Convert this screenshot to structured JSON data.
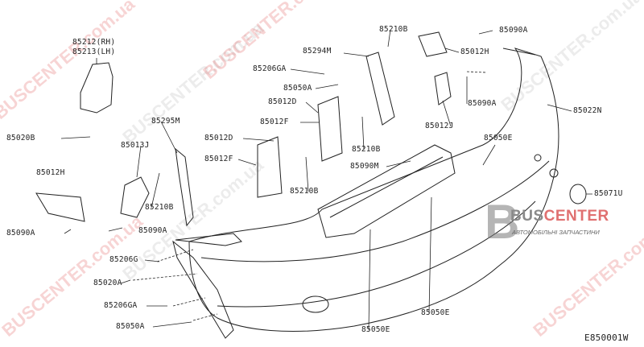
{
  "diagram_code": "E850001W",
  "watermark": "BUSCENTER.com.ua",
  "logo": {
    "brand_a": "BUS",
    "brand_b": "CENTER",
    "letter": "B",
    "subtitle": "АВТОМОБІЛЬНІ ЗАПЧАСТИНИ"
  },
  "colors": {
    "line": "#222222",
    "watermark": "#dc3c3c",
    "logo_accent": "#e07070"
  },
  "labels": [
    "85212(RH)",
    "85213(LH)",
    "85020B",
    "85012H",
    "85090A",
    "85013J",
    "85295M",
    "85210B",
    "85090A",
    "85206G",
    "85020A",
    "85206GA",
    "85050A",
    "85294M",
    "85206GA",
    "85050A",
    "85012D",
    "85012F",
    "85012D",
    "85012F",
    "85210B",
    "85210B",
    "85210B",
    "85090A",
    "85012H",
    "85090A",
    "85012J",
    "85022N",
    "85050E",
    "85090M",
    "85071U",
    "85050E",
    "85050E"
  ]
}
